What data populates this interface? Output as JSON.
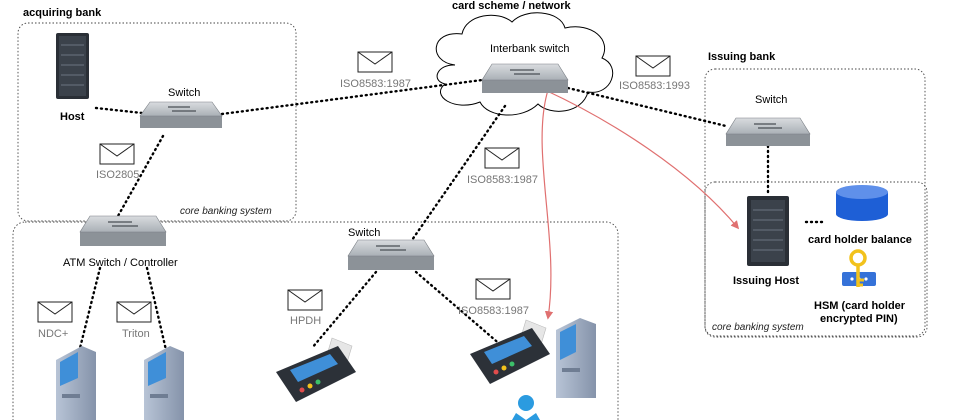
{
  "zones": {
    "acquiring_bank": "acquiring bank",
    "card_scheme": "card scheme / network",
    "issuing_bank": "Issuing bank",
    "core_banking_acq": "core banking system",
    "core_banking_iss": "core banking system"
  },
  "nodes": {
    "host": "Host",
    "acq_switch": "Switch",
    "interbank_switch": "Interbank switch",
    "iss_switch": "Switch",
    "atm_switch": "ATM Switch / Controller",
    "pos_switch": "Switch",
    "issuing_host": "Issuing Host",
    "card_holder_balance": "card holder balance",
    "hsm_line1": "HSM (card holder",
    "hsm_line2": "encrypted PIN)"
  },
  "protocols": {
    "p1": "ISO8583:1987",
    "p2": "ISO8583:1993",
    "p3": "ISO2805",
    "p4": "ISO8583:1987",
    "p5": "NDC+",
    "p6": "Triton",
    "p7": "HPDH",
    "p8": "ISO8583:1987"
  },
  "colors": {
    "flow_arrow": "#e07070",
    "atm_body": "#9aa9bf",
    "atm_screen": "#3f8fd8",
    "switch_body": "#9ea3a8",
    "server_body": "#2a2f36",
    "database": "#1e5fd6",
    "key": "#f2c21c",
    "person": "#2b9be0"
  }
}
